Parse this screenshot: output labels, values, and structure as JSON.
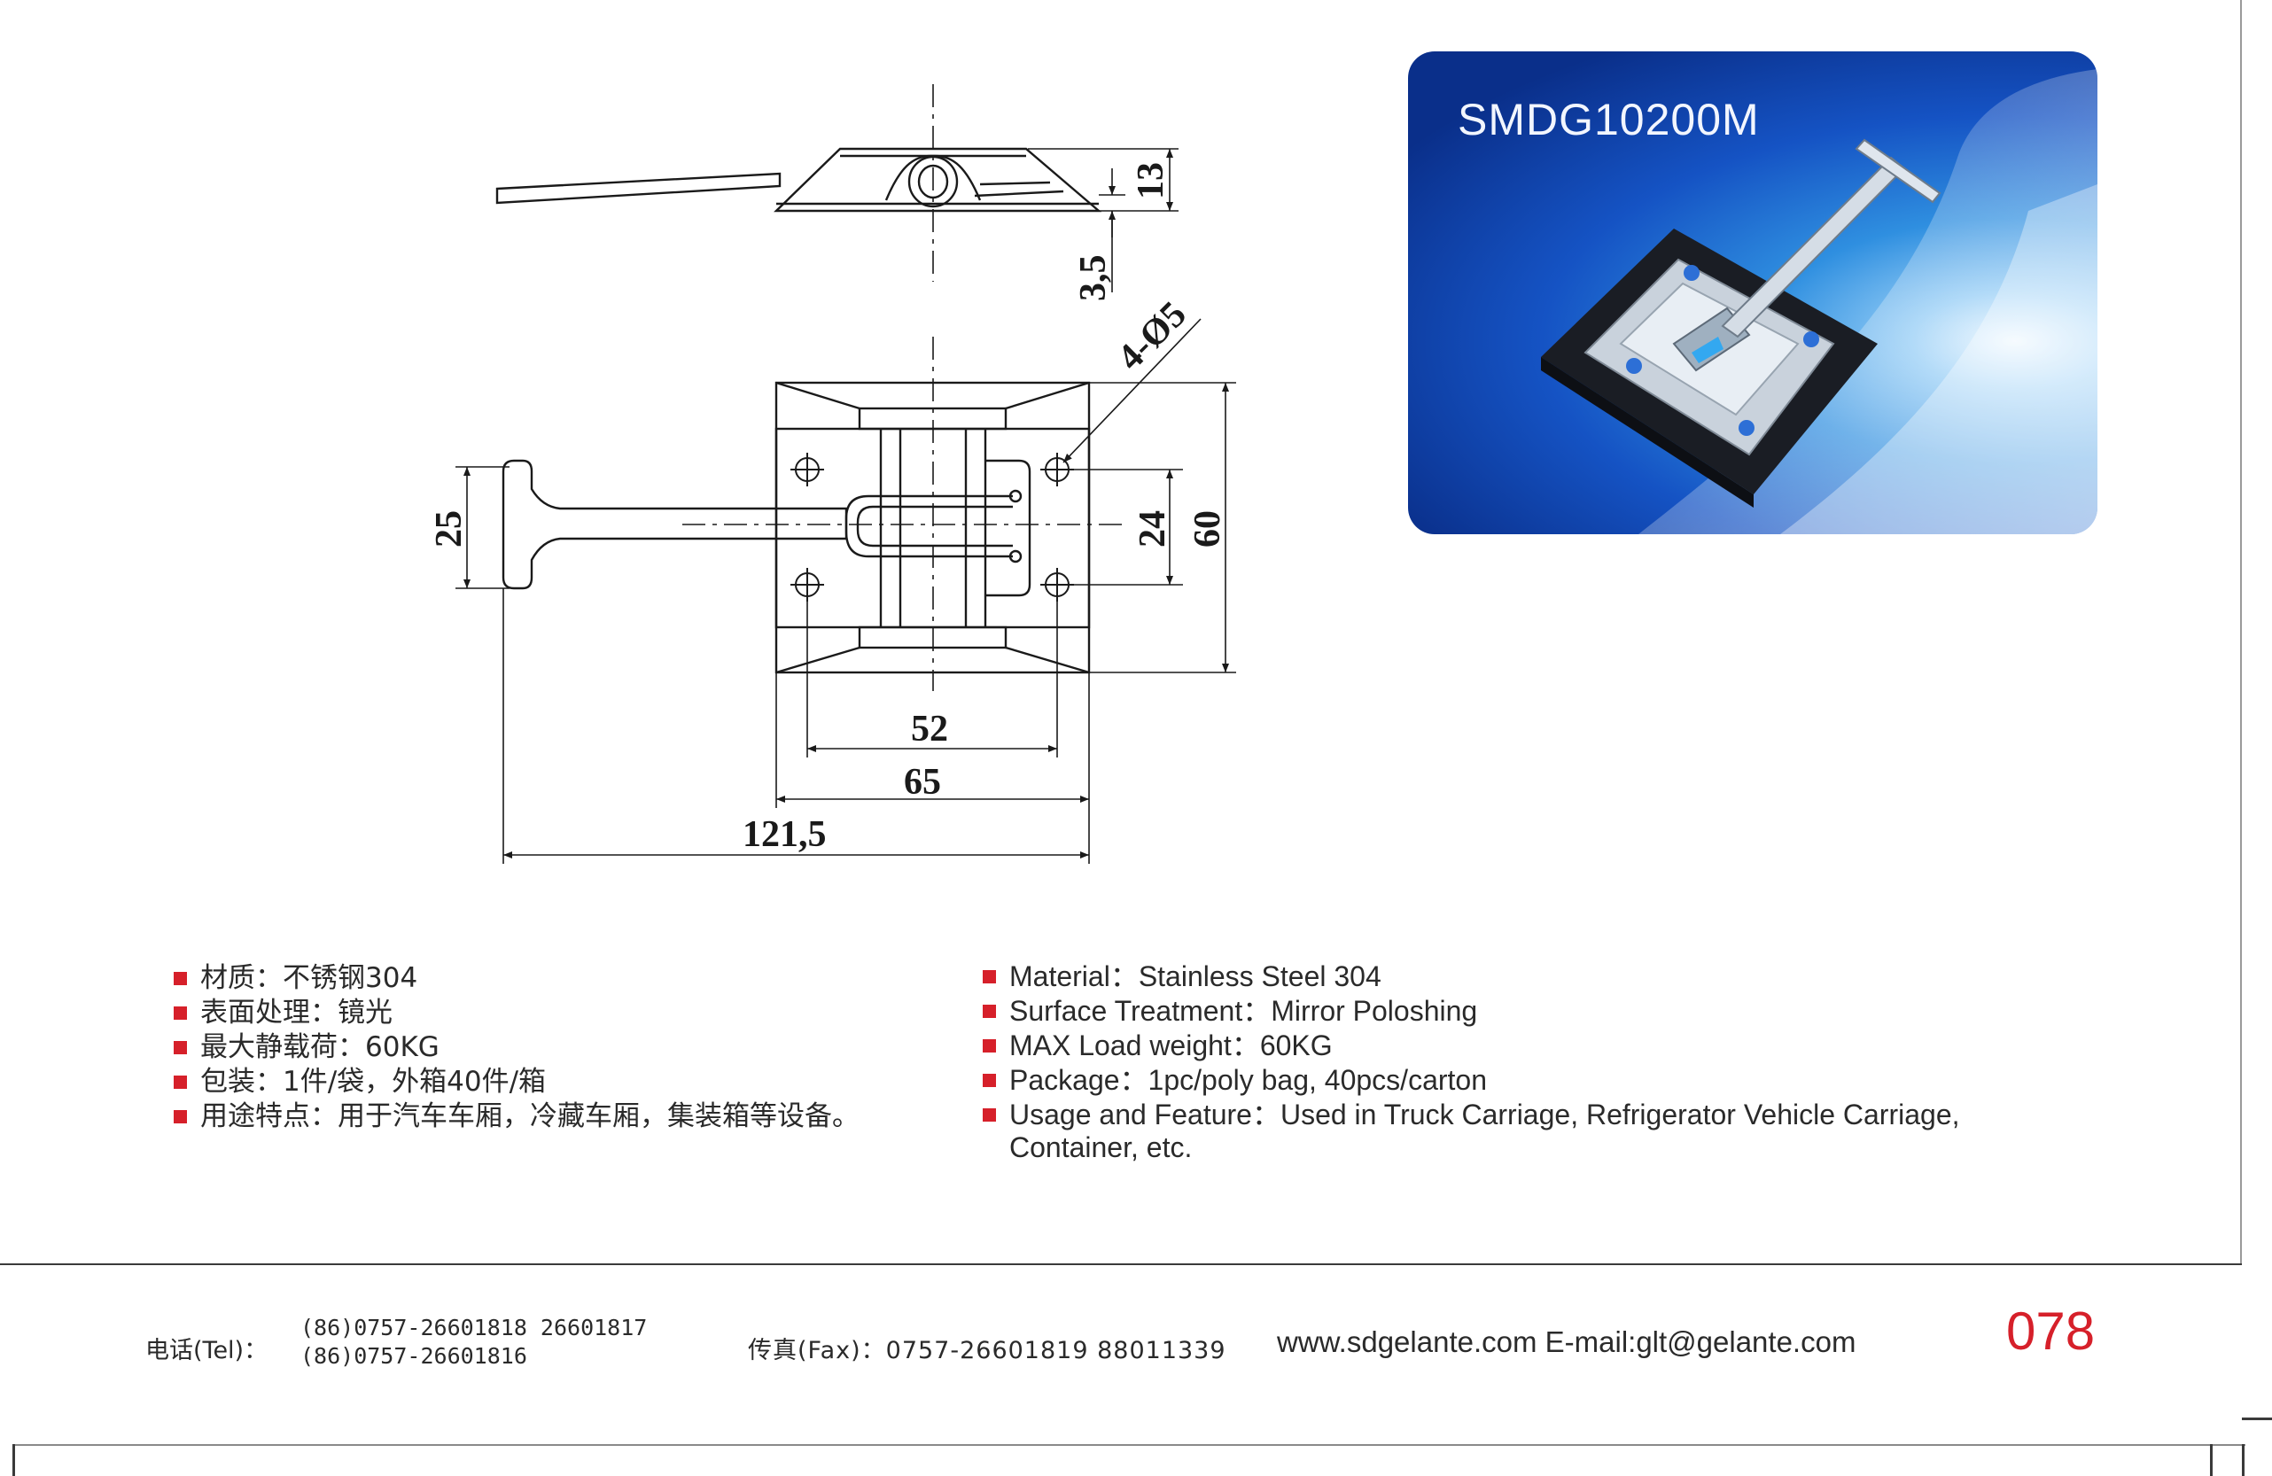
{
  "drawing": {
    "dims": {
      "h13": "13",
      "h35": "3,5",
      "holes": "4-Ø5",
      "d25": "25",
      "d24": "24",
      "d60": "60",
      "d52": "52",
      "d65": "65",
      "d121": "121,5"
    }
  },
  "product": {
    "model": "SMDG10200M"
  },
  "specs_cn": [
    "材质：不锈钢304",
    "表面处理：镜光",
    "最大静载荷：60KG",
    "包装：1件/袋，外箱40件/箱",
    "用途特点：用于汽车车厢，冷藏车厢，集装箱等设备。"
  ],
  "specs_en": [
    "Material：Stainless Steel 304",
    "Surface Treatment：Mirror Poloshing",
    "MAX Load weight：60KG",
    "Package：1pc/poly bag, 40pcs/carton",
    "Usage and Feature：Used in Truck Carriage, Refrigerator Vehicle Carriage,",
    "Container, etc."
  ],
  "footer": {
    "tel_label": "电话(Tel)：",
    "tel_line1": "(86)0757-26601818  26601817",
    "tel_line2": "(86)0757-26601816",
    "fax": "传真(Fax)：0757-26601819 88011339",
    "web_email": "www.sdgelante.com  E-mail:glt@gelante.com",
    "page": "078"
  },
  "colors": {
    "accent_red": "#d6202a",
    "card_blue": "#1553c4"
  }
}
